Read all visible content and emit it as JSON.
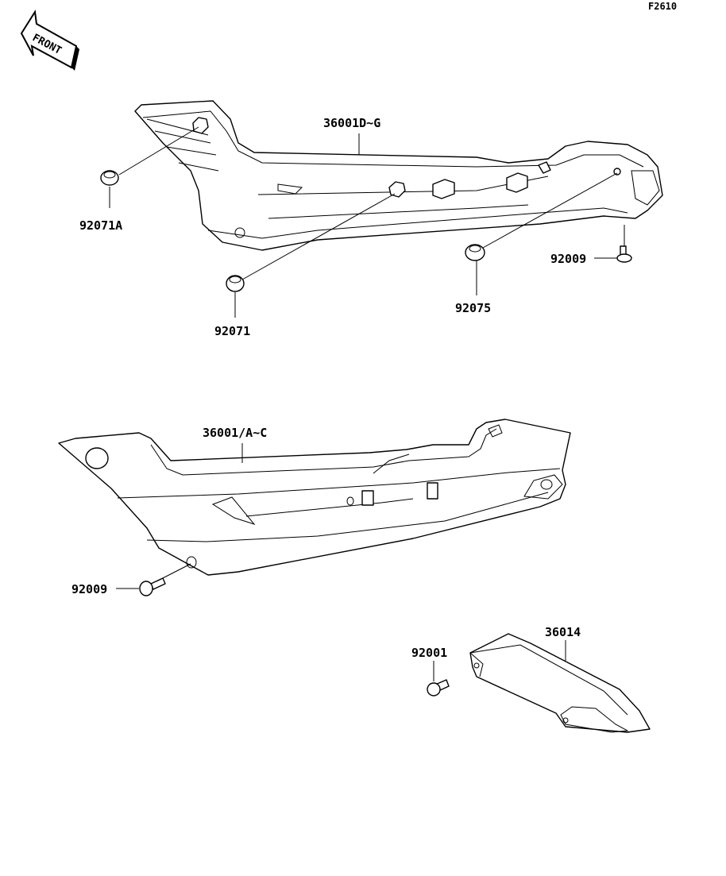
{
  "figure_id": "F2610",
  "front_label": "FRONT",
  "labels": {
    "p36001DG": "36001D~G",
    "p92071A": "92071A",
    "p92071": "92071",
    "p92075": "92075",
    "p92009_top": "92009",
    "p36001AC": "36001/A~C",
    "p92009_bottom": "92009",
    "p92001": "92001",
    "p36014": "36014"
  }
}
